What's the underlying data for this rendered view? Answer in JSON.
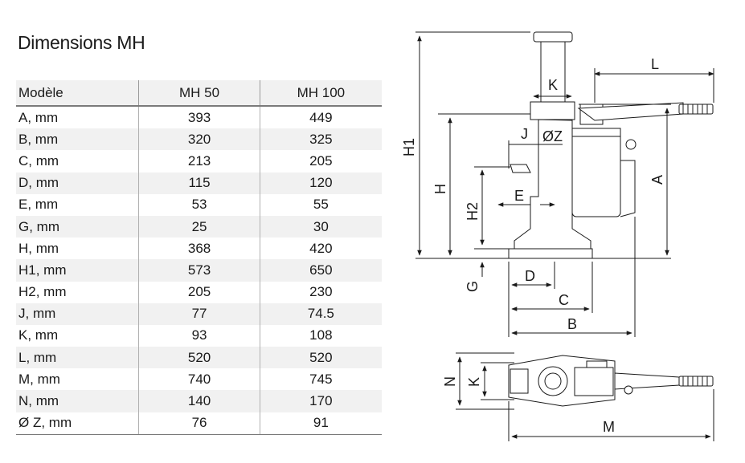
{
  "title": "Dimensions MH",
  "table": {
    "headers": [
      "Modèle",
      "MH 50",
      "MH 100"
    ],
    "rows": [
      [
        "A, mm",
        "393",
        "449"
      ],
      [
        "B, mm",
        "320",
        "325"
      ],
      [
        "C, mm",
        "213",
        "205"
      ],
      [
        "D, mm",
        "115",
        "120"
      ],
      [
        "E, mm",
        "53",
        "55"
      ],
      [
        "G, mm",
        "25",
        "30"
      ],
      [
        "H, mm",
        "368",
        "420"
      ],
      [
        "H1, mm",
        "573",
        "650"
      ],
      [
        "H2, mm",
        "205",
        "230"
      ],
      [
        "J, mm",
        "77",
        "74.5"
      ],
      [
        "K, mm",
        "93",
        "108"
      ],
      [
        "L, mm",
        "520",
        "520"
      ],
      [
        "M, mm",
        "740",
        "745"
      ],
      [
        "N, mm",
        "140",
        "170"
      ],
      [
        "Ø Z, mm",
        "76",
        "91"
      ]
    ]
  },
  "drawing": {
    "labels": {
      "H1": "H1",
      "H": "H",
      "H2": "H2",
      "G": "G",
      "K": "K",
      "J": "J",
      "Z": "ØZ",
      "E": "E",
      "L": "L",
      "A": "A",
      "D": "D",
      "C": "C",
      "B": "B",
      "N": "N",
      "K2": "K",
      "M": "M"
    }
  }
}
